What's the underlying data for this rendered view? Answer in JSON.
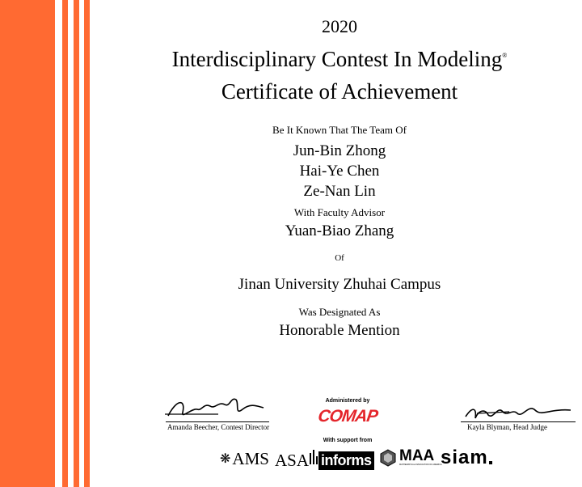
{
  "colors": {
    "stripe": "#ff6a32",
    "comap_red": "#e4252b"
  },
  "certificate": {
    "year": "2020",
    "contest_name": "Interdisciplinary Contest In Modeling",
    "registered_mark": "®",
    "certificate_title": "Certificate of Achievement",
    "intro": "Be It Known That The Team Of",
    "members": [
      "Jun-Bin Zhong",
      "Hai-Ye Chen",
      "Ze-Nan Lin"
    ],
    "advisor_intro": "With Faculty Advisor",
    "advisor": "Yuan-Biao Zhang",
    "of_label": "Of",
    "institution": "Jinan University Zhuhai Campus",
    "designation_intro": "Was Designated As",
    "designation": "Honorable Mention"
  },
  "signatures": {
    "left_caption": "Amanda Beecher, Contest Director",
    "right_caption": "Kayla Blyman, Head Judge"
  },
  "footer": {
    "administered_by": "Administered by",
    "comap_logo": "COMAP",
    "with_support": "With support from",
    "sponsors": [
      "AMS",
      "ASA",
      "informs",
      "MAA",
      "siam"
    ],
    "maa_subtitle": "MATHEMATICAL ASSOCIATION OF AMERICA"
  }
}
